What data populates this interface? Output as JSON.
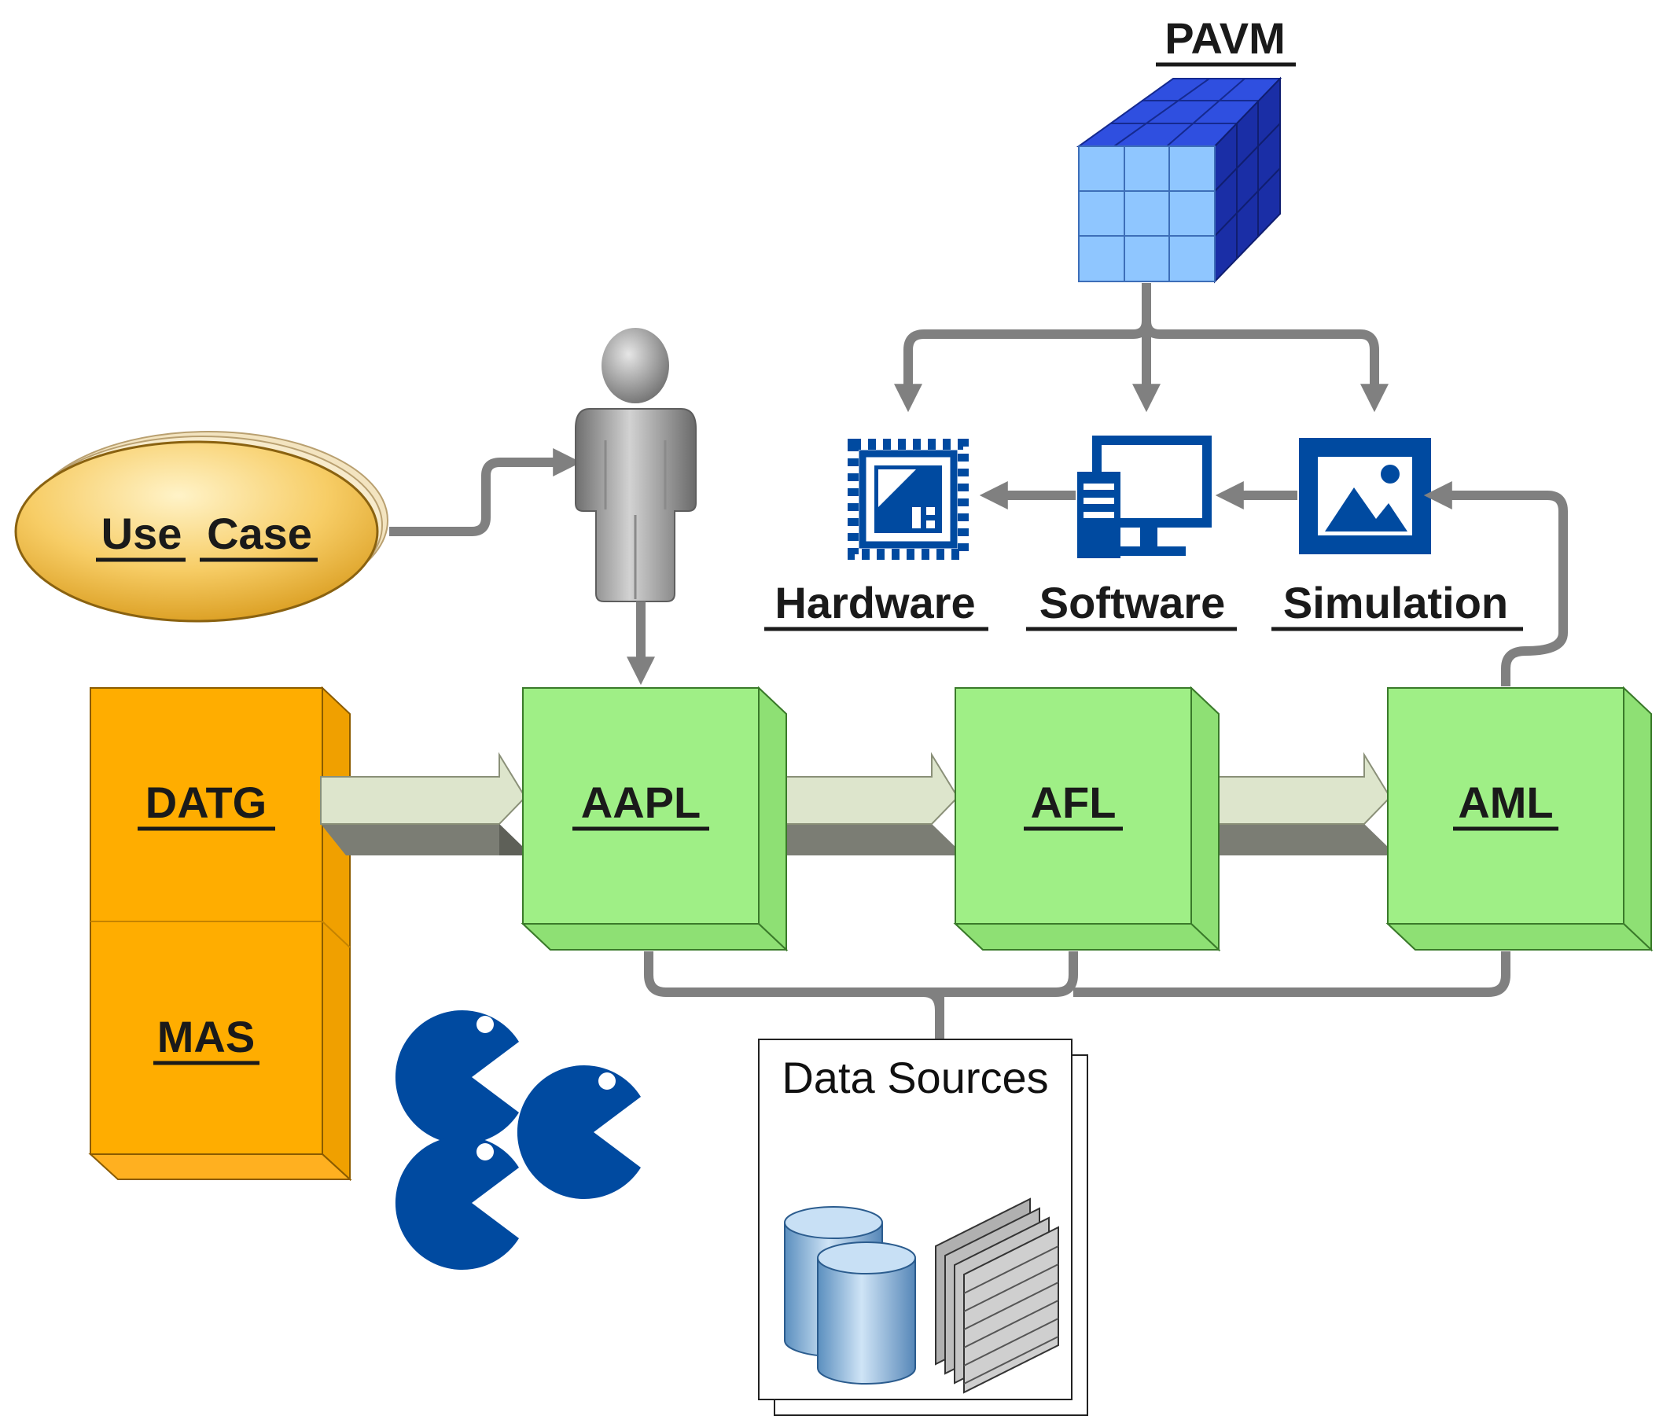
{
  "labels": {
    "pavm": "PAVM",
    "use_case_1": "Use",
    "use_case_2": "Case",
    "datg": "DATG",
    "mas": "MAS",
    "aapl": "AAPL",
    "afl": "AFL",
    "aml": "AML",
    "hardware": "Hardware",
    "software": "Software",
    "simulation": "Simulation",
    "data_sources": "Data Sources"
  },
  "icons": {
    "cube": "pavm-cube-icon",
    "person": "user-figure-icon",
    "hardware": "chip-icon",
    "software": "computer-icon",
    "simulation": "image-icon",
    "agents": "pacman-agent-icon",
    "database": "database-cylinder-icon",
    "documents": "document-stack-icon"
  },
  "colors": {
    "green_block": "#9fef86",
    "orange_block": "#ffad00",
    "blue_icon": "#004aa0",
    "cube_light": "#8fc6ff",
    "cube_dark": "#1f36c0",
    "connector": "#808080",
    "ellipse": "#f6c85f"
  }
}
